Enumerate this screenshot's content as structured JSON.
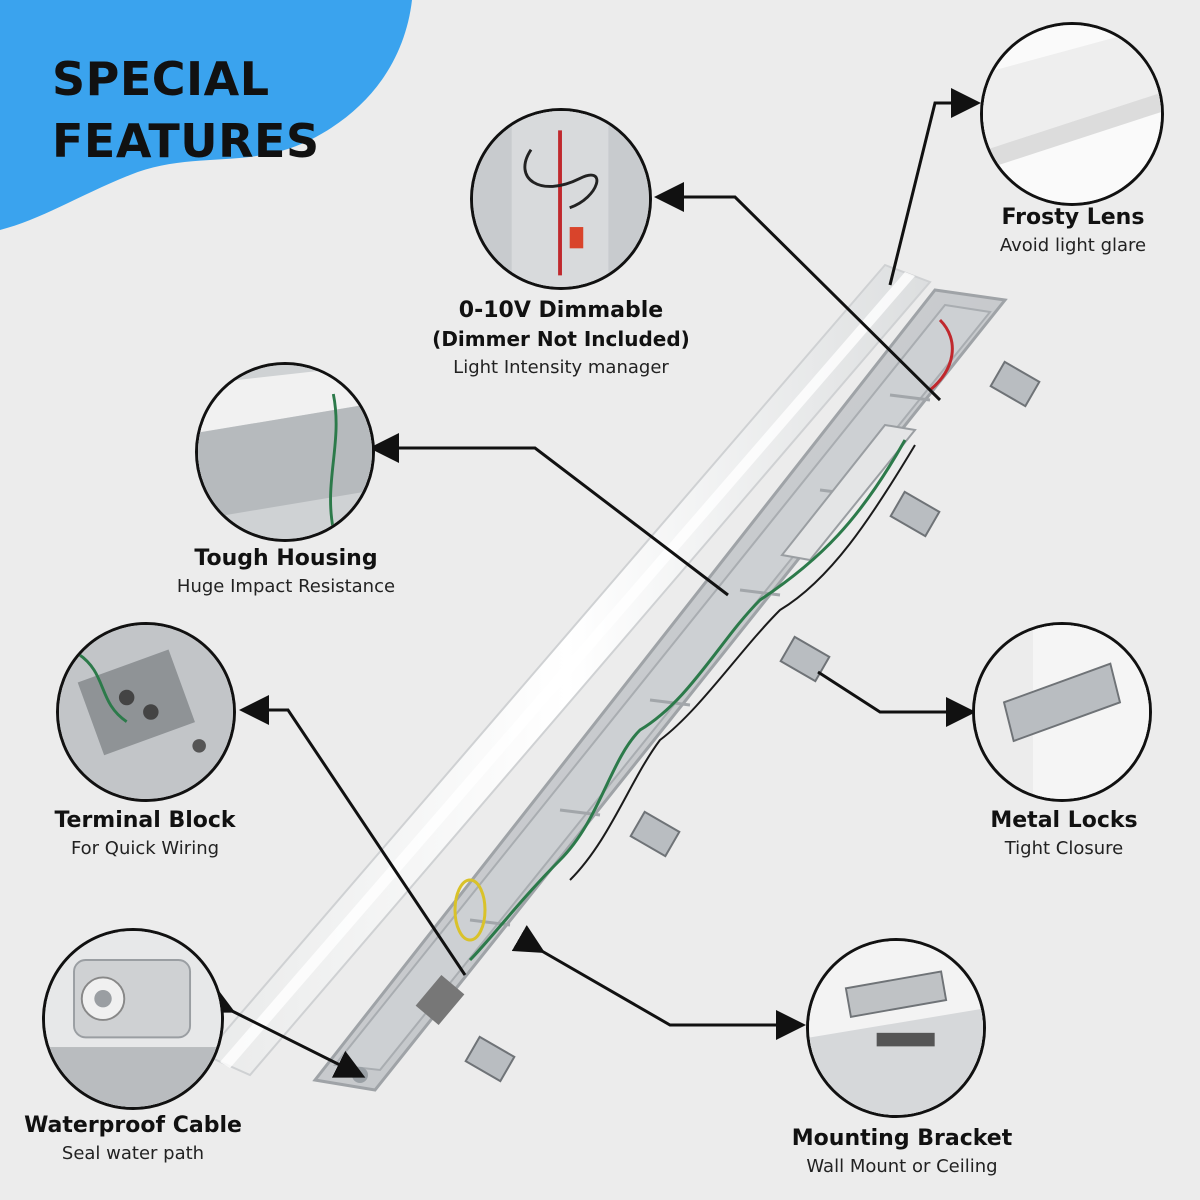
{
  "title": {
    "line1": "SPECIAL",
    "line2": "FEATURES"
  },
  "features": {
    "frosty_lens": {
      "name": "Frosty Lens",
      "sub": "Avoid light glare"
    },
    "dimmable": {
      "name": "0-10V Dimmable",
      "note": "(Dimmer Not Included)",
      "sub": "Light Intensity manager"
    },
    "tough_housing": {
      "name": "Tough Housing",
      "sub": "Huge Impact Resistance"
    },
    "terminal_block": {
      "name": "Terminal Block",
      "sub": "For Quick Wiring"
    },
    "metal_locks": {
      "name": "Metal Locks",
      "sub": "Tight Closure"
    },
    "waterproof_cable": {
      "name": "Waterproof Cable",
      "sub": "Seal water path"
    },
    "mounting_bracket": {
      "name": "Mounting Bracket",
      "sub": "Wall Mount or Ceiling"
    }
  },
  "colors": {
    "accent_blue": "#3aa3ee",
    "text": "#111111",
    "housing": "#c9ccd0",
    "lens": "#f4f4f4"
  },
  "icons": [
    "arrow-pointer",
    "zoom-circle"
  ]
}
